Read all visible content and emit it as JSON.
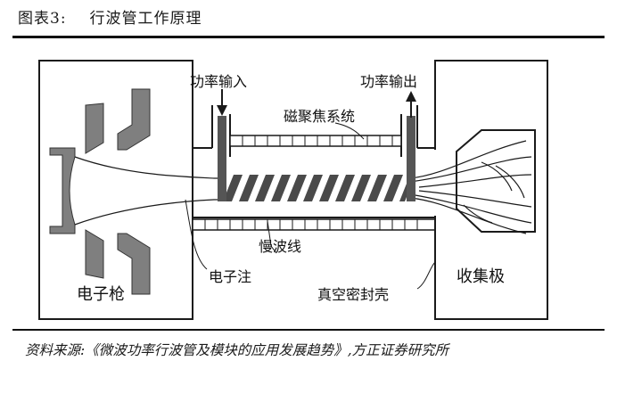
{
  "figure": {
    "number_label": "图表3:",
    "title": "行波管工作原理"
  },
  "diagram": {
    "labels": {
      "power_input": "功率输入",
      "power_output": "功率输出",
      "magnetic_focus": "磁聚焦系统",
      "slow_wave_line": "慢波线",
      "electron_beam": "电子注",
      "electron_gun": "电子枪",
      "vacuum_envelope": "真空密封壳",
      "collector": "收集极"
    },
    "colors": {
      "frame": "#1a1a1a",
      "gun_electrode": "#7f7f7f",
      "helix": "#4a4a4a",
      "coupler": "#555555"
    }
  },
  "source": {
    "text": "资料来源:《微波功率行波管及模块的应用发展趋势》,方正证券研究所"
  }
}
